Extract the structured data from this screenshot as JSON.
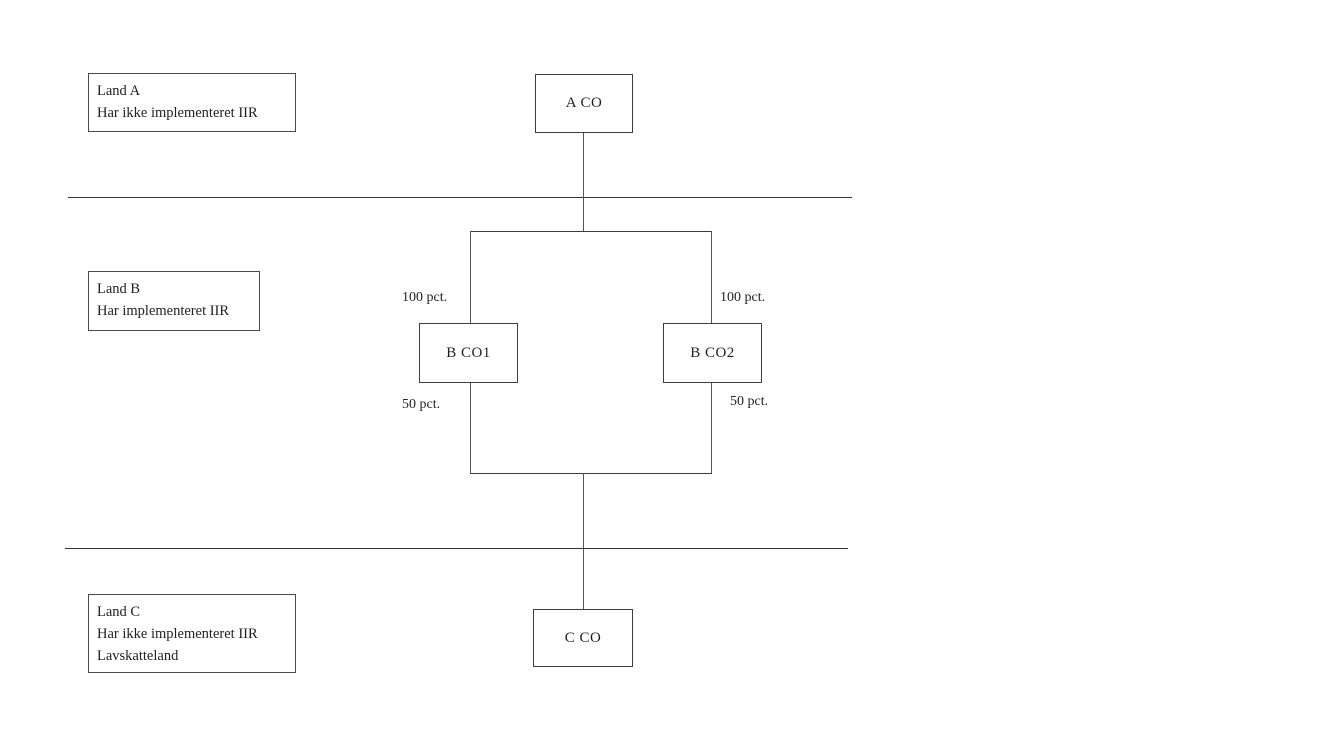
{
  "diagram": {
    "title": "",
    "type": "org-structure",
    "colors": {
      "background": "#ffffff",
      "line": "#3c3c3c",
      "border": "#3f3f3f",
      "text": "#1f1f1f"
    },
    "regions": {
      "land_a": {
        "line1": "Land A",
        "line2": "Har ikke implementeret IIR"
      },
      "land_b": {
        "line1": "Land B",
        "line2": "Har implementeret IIR"
      },
      "land_c": {
        "line1": "Land C",
        "line2": "Har ikke implementeret IIR",
        "line3": "Lavskatteland"
      }
    },
    "nodes": {
      "a_co": "A CO",
      "b_co1": "B CO1",
      "b_co2": "B CO2",
      "c_co": "C CO"
    },
    "edge_labels": {
      "b_co1_ownership": "100 pct.",
      "b_co2_ownership": "100 pct.",
      "b_co1_stake": "50 pct.",
      "b_co2_stake": "50 pct."
    }
  }
}
